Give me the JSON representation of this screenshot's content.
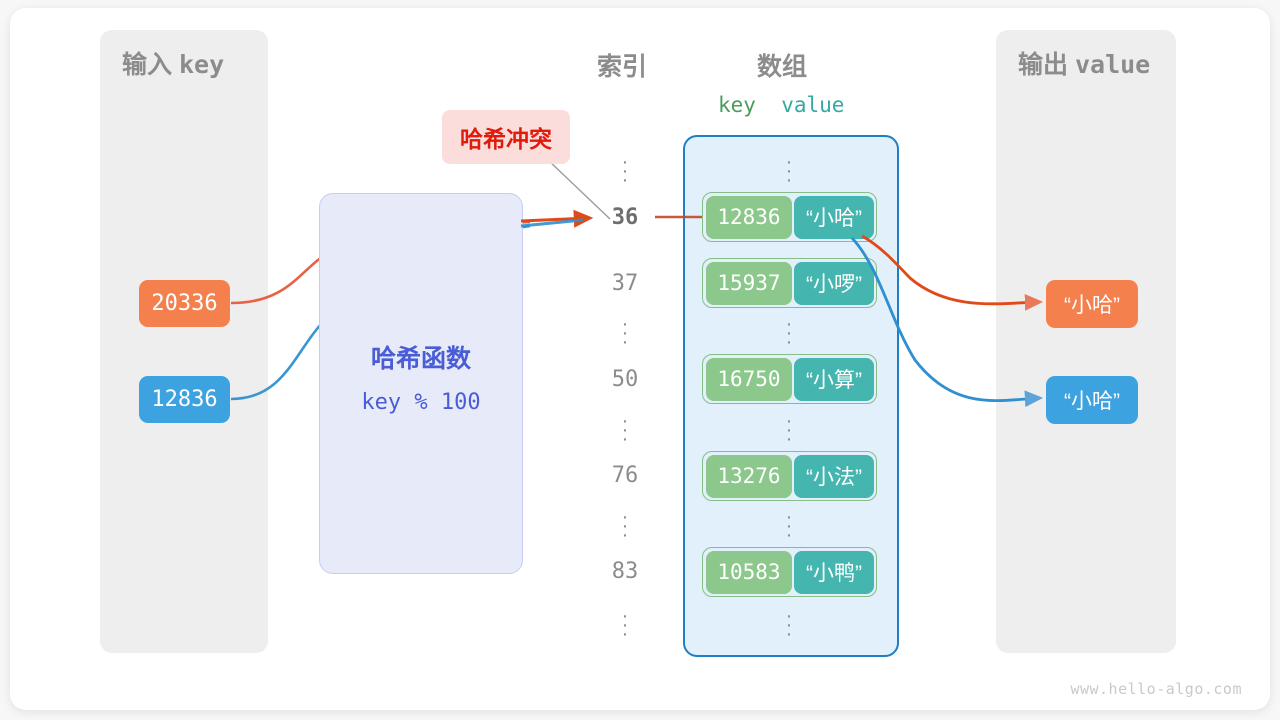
{
  "watermark": "www.hello-algo.com",
  "panels": {
    "input": {
      "title_cn": "输入",
      "title_code": "key"
    },
    "output": {
      "title_cn": "输出",
      "title_code": "value"
    }
  },
  "headings": {
    "index": "索引",
    "array": "数组",
    "key": "key",
    "value": "value"
  },
  "hash_function": {
    "title": "哈希函数",
    "expression": "key % 100"
  },
  "collision": {
    "label": "哈希冲突"
  },
  "inputs": [
    {
      "value": "20336",
      "color": "#f4804e"
    },
    {
      "value": "12836",
      "color": "#3da2e0"
    }
  ],
  "outputs": [
    {
      "value": "“小哈”",
      "color": "#f4804e"
    },
    {
      "value": "“小哈”",
      "color": "#3da2e0"
    }
  ],
  "index_column": [
    {
      "type": "dots"
    },
    {
      "type": "index",
      "label": "36",
      "active": true
    },
    {
      "type": "index",
      "label": "37",
      "active": false
    },
    {
      "type": "dots"
    },
    {
      "type": "index",
      "label": "50",
      "active": false
    },
    {
      "type": "dots"
    },
    {
      "type": "index",
      "label": "76",
      "active": false
    },
    {
      "type": "dots"
    },
    {
      "type": "index",
      "label": "83",
      "active": false
    },
    {
      "type": "dots"
    }
  ],
  "array_rows": [
    {
      "index": "36",
      "key": "12836",
      "value": "“小哈”"
    },
    {
      "index": "37",
      "key": "15937",
      "value": "“小啰”"
    },
    {
      "index": "50",
      "key": "16750",
      "value": "“小算”"
    },
    {
      "index": "76",
      "key": "13276",
      "value": "“小法”"
    },
    {
      "index": "83",
      "key": "10583",
      "value": "“小鸭”"
    }
  ],
  "colors": {
    "key_cell": "#8cc78c",
    "value_cell": "#45b5b0",
    "array_border": "#1f7fc4",
    "array_fill": "#e2f0fb",
    "hash_fill": "#e6eaf9",
    "hash_text": "#4a5cd6",
    "orange": "#f4804e",
    "blue": "#3da2e0",
    "collision_bg": "#fbdedc",
    "collision_text": "#e01b0c",
    "panel_gray": "#eeeeee",
    "label_gray": "#8c8c8c"
  }
}
